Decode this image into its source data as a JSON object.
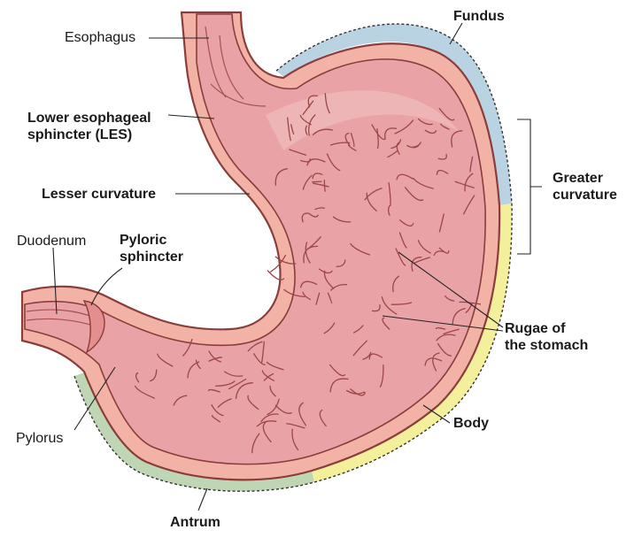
{
  "labels": {
    "esophagus": "Esophagus",
    "les_line1": "Lower esophageal",
    "les_line2": "sphincter (LES)",
    "lesser_curvature": "Lesser curvature",
    "duodenum": "Duodenum",
    "pyloric_sphincter_line1": "Pyloric",
    "pyloric_sphincter_line2": "sphincter",
    "pylorus": "Pylorus",
    "antrum": "Antrum",
    "fundus": "Fundus",
    "greater_curvature_line1": "Greater",
    "greater_curvature_line2": "curvature",
    "rugae_line1": "Rugae of",
    "rugae_line2": "the stomach",
    "body": "Body"
  },
  "colors": {
    "wall": "#f2b3a6",
    "wall_outline": "#8a3d3a",
    "mucosa": "#e9a3a6",
    "mucosa_dark": "#d47f86",
    "fundus_region": "#b9d3e2",
    "body_region": "#f4ef9a",
    "antrum_region": "#bfd6b5",
    "leader_line": "#222222"
  }
}
